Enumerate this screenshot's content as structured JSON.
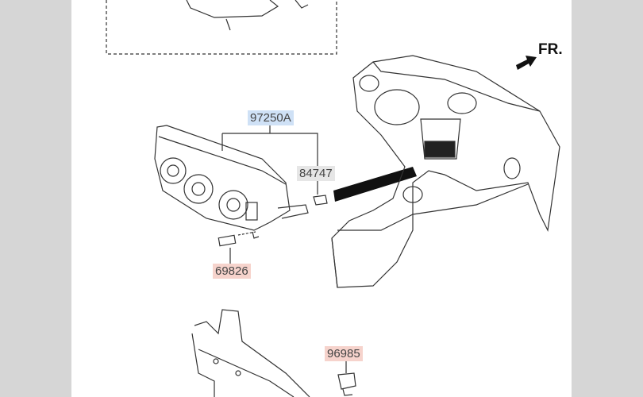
{
  "direction_marker": {
    "label": "FR."
  },
  "parts": [
    {
      "number": "97250A",
      "highlight": "blue"
    },
    {
      "number": "84747",
      "highlight": "gray"
    },
    {
      "number": "69826",
      "highlight": "red"
    },
    {
      "number": "96985",
      "highlight": "red"
    }
  ],
  "colors": {
    "blue_highlight": "#cfe1f6",
    "gray_highlight": "#e6e6e6",
    "red_highlight": "#f6d3cc",
    "margin": "#d6d6d6"
  }
}
